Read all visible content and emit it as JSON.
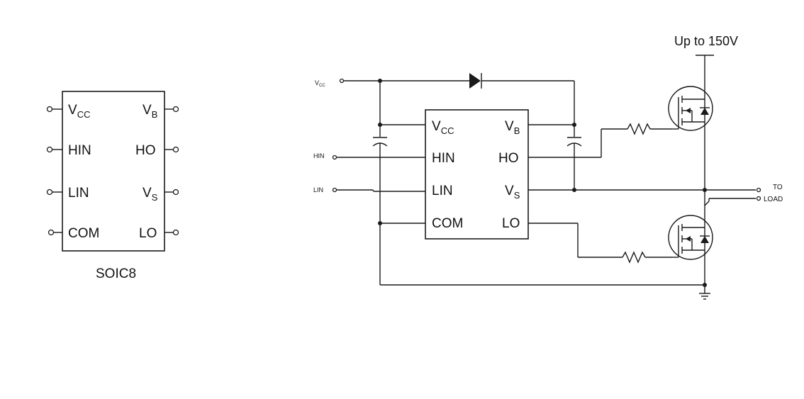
{
  "package_pinout": {
    "pins_left": [
      {
        "main": "V",
        "sub": "CC"
      },
      {
        "main": "HIN",
        "sub": ""
      },
      {
        "main": "LIN",
        "sub": ""
      },
      {
        "main": "COM",
        "sub": ""
      }
    ],
    "pins_right": [
      {
        "main": "V",
        "sub": "B"
      },
      {
        "main": "HO",
        "sub": ""
      },
      {
        "main": "V",
        "sub": "S"
      },
      {
        "main": "LO",
        "sub": ""
      }
    ],
    "package_label": "SOIC8"
  },
  "application_circuit": {
    "supply_label": "Up to 150V",
    "inputs": {
      "vcc": {
        "main": "V",
        "sub": "CC"
      },
      "hin": "HIN",
      "lin": "LIN"
    },
    "ic_pins_left": [
      {
        "main": "V",
        "sub": "CC"
      },
      {
        "main": "HIN",
        "sub": ""
      },
      {
        "main": "LIN",
        "sub": ""
      },
      {
        "main": "COM",
        "sub": ""
      }
    ],
    "ic_pins_right": [
      {
        "main": "V",
        "sub": "B"
      },
      {
        "main": "HO",
        "sub": ""
      },
      {
        "main": "V",
        "sub": "S"
      },
      {
        "main": "LO",
        "sub": ""
      }
    ],
    "output_label_line1": "TO",
    "output_label_line2": "LOAD"
  }
}
